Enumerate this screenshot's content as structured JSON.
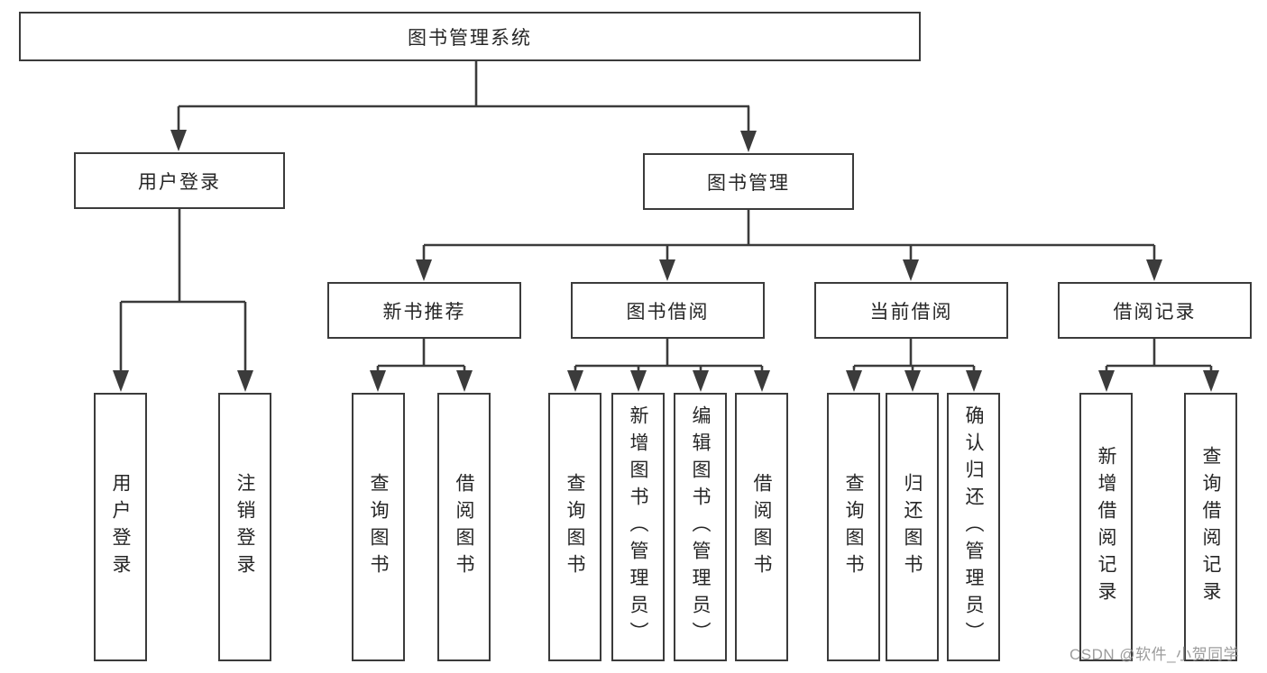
{
  "diagram": {
    "title": "图书管理系统",
    "tree": {
      "label": "图书管理系统",
      "children": [
        {
          "label": "用户登录",
          "children": [
            {
              "label": "用户登录"
            },
            {
              "label": "注销登录"
            }
          ]
        },
        {
          "label": "图书管理",
          "children": [
            {
              "label": "新书推荐",
              "children": [
                {
                  "label": "查询图书"
                },
                {
                  "label": "借阅图书"
                }
              ]
            },
            {
              "label": "图书借阅",
              "children": [
                {
                  "label": "查询图书"
                },
                {
                  "label": "新增图书（管理员）"
                },
                {
                  "label": "编辑图书（管理员）"
                },
                {
                  "label": "借阅图书"
                }
              ]
            },
            {
              "label": "当前借阅",
              "children": [
                {
                  "label": "查询图书"
                },
                {
                  "label": "归还图书"
                },
                {
                  "label": "确认归还（管理员）"
                }
              ]
            },
            {
              "label": "借阅记录",
              "children": [
                {
                  "label": "新增借阅记录"
                },
                {
                  "label": "查询借阅记录"
                }
              ]
            }
          ]
        }
      ]
    },
    "watermark": "CSDN @软件_小贺同学",
    "colors": {
      "line": "#3b3b3b",
      "box_border": "#3b3b3b",
      "text": "#262626",
      "background": "#ffffff",
      "watermark": "#9c9c9c"
    }
  }
}
